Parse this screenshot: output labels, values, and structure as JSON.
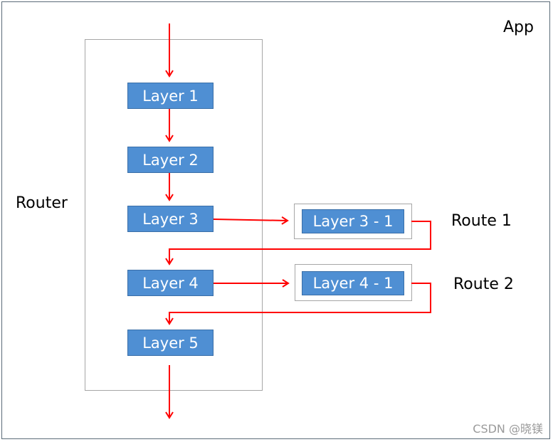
{
  "labels": {
    "app": "App",
    "router": "Router",
    "route1": "Route 1",
    "route2": "Route 2"
  },
  "layers": [
    "Layer 1",
    "Layer 2",
    "Layer 3",
    "Layer 4",
    "Layer 5"
  ],
  "route_layers": [
    "Layer 3 - 1",
    "Layer 4 - 1"
  ],
  "watermark": "CSDN @晓镁",
  "colors": {
    "layer_fill": "#4f8fd3",
    "arrow": "#ff0000",
    "frame": "#5b6b78",
    "box_border": "#a6a6a6"
  }
}
